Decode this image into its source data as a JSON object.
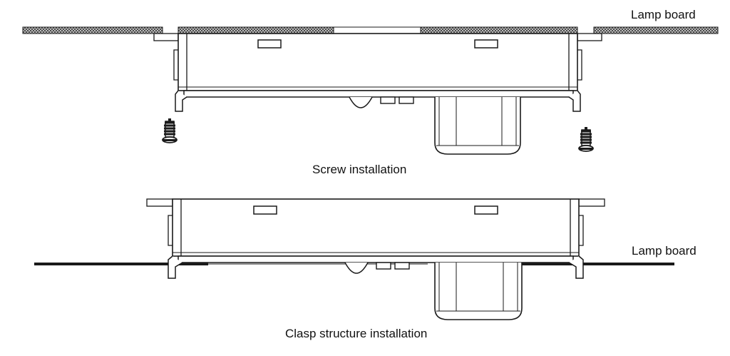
{
  "labels": {
    "lamp_board_top": "Lamp board",
    "lamp_board_bottom": "Lamp board",
    "screw_caption": "Screw installation",
    "clasp_caption": "Clasp structure installation"
  },
  "colors": {
    "line": "#1a1a1a",
    "board_fill": "#7a7a7a",
    "background": "#ffffff"
  }
}
